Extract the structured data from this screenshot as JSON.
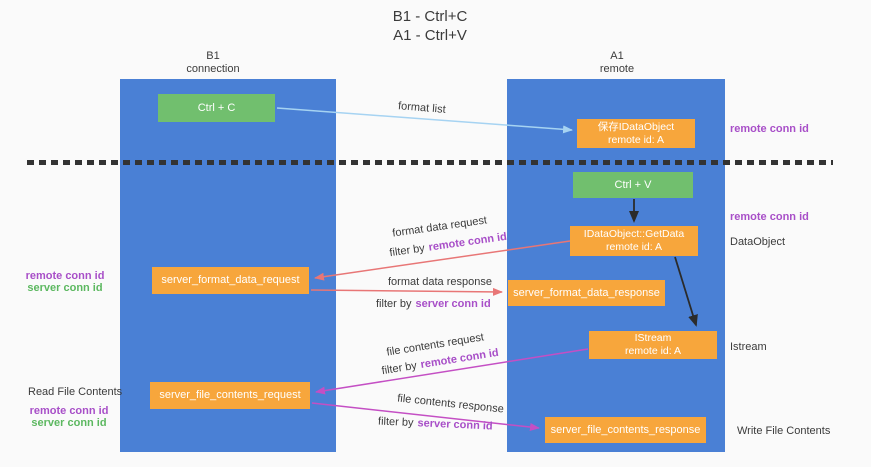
{
  "title": {
    "line1": "B1 - Ctrl+C",
    "line2": "A1 - Ctrl+V"
  },
  "lifelines": {
    "left": {
      "title": "B1",
      "subtitle": "connection"
    },
    "right": {
      "title": "A1",
      "subtitle": "remote"
    }
  },
  "nodes": {
    "ctrl_c": "Ctrl + C",
    "ctrl_v": "Ctrl + V",
    "save_idataobject_line1": "保存IDataObject",
    "save_idataobject_line2": "remote id: A",
    "getdata_line1": "IDataObject::GetData",
    "getdata_line2": "remote id: A",
    "istream_line1": "IStream",
    "istream_line2": "remote id: A",
    "format_request": "server_format_data_request",
    "format_response": "server_format_data_response",
    "file_request": "server_file_contents_request",
    "file_response": "server_file_contents_response"
  },
  "edge_labels": {
    "format_list": "format list",
    "format_data_request": "format data request",
    "format_data_response": "format data response",
    "file_contents_request": "file contents request",
    "file_contents_response": "file contents response",
    "filter_by": "filter by",
    "remote_conn_id": "remote conn id",
    "server_conn_id": "server conn id"
  },
  "side_labels": {
    "remote_conn_id_top": "remote conn id",
    "remote_conn_id_mid": "remote conn id",
    "data_object": "DataObject",
    "istream": "Istream",
    "write_file_contents": "Write File Contents",
    "read_file_contents": "Read File Contents",
    "left_remote_conn_id_1": "remote conn id",
    "left_server_conn_id_1": "server conn id",
    "left_remote_conn_id_2": "remote conn id",
    "left_server_conn_id_2": "server conn id"
  },
  "colors": {
    "lifeline_blue": "#4a80d5",
    "node_orange": "#f7a63c",
    "node_green": "#71bf6e",
    "purple_text": "#a84fc8",
    "green_text": "#5cb860",
    "arrow_red": "#e87676",
    "arrow_magenta": "#c44fc4",
    "arrow_light_blue": "#a6d3f2",
    "arrow_black": "#2b2b2b",
    "background": "#fafafa"
  }
}
